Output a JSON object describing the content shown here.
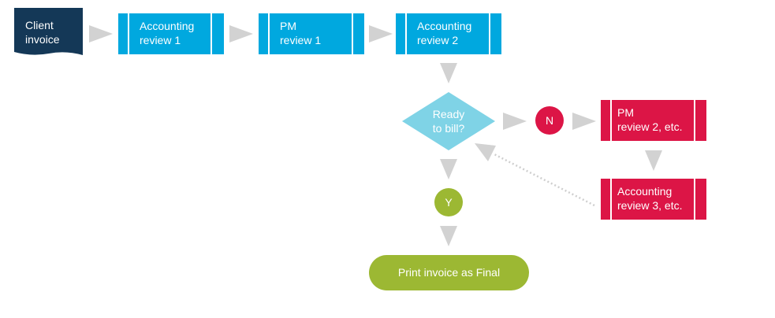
{
  "colors": {
    "document": "#143857",
    "process_blue": "#00a8df",
    "decision": "#7fd3e6",
    "process_red": "#dc1546",
    "yes": "#9cb833",
    "connector": "#d2d2d2"
  },
  "nodes": {
    "client_invoice": {
      "line1": "Client",
      "line2": "invoice"
    },
    "accounting_review_1": {
      "line1": "Accounting",
      "line2": "review 1"
    },
    "pm_review_1": {
      "line1": "PM",
      "line2": "review 1"
    },
    "accounting_review_2": {
      "line1": "Accounting",
      "line2": "review 2"
    },
    "ready_to_bill": {
      "line1": "Ready",
      "line2": "to bill?"
    },
    "no": {
      "label": "N"
    },
    "yes": {
      "label": "Y"
    },
    "pm_review_2": {
      "line1": "PM",
      "line2": "review 2, etc."
    },
    "accounting_review_3": {
      "line1": "Accounting",
      "line2": "review 3, etc."
    },
    "print_invoice": {
      "label": "Print invoice as Final"
    }
  }
}
